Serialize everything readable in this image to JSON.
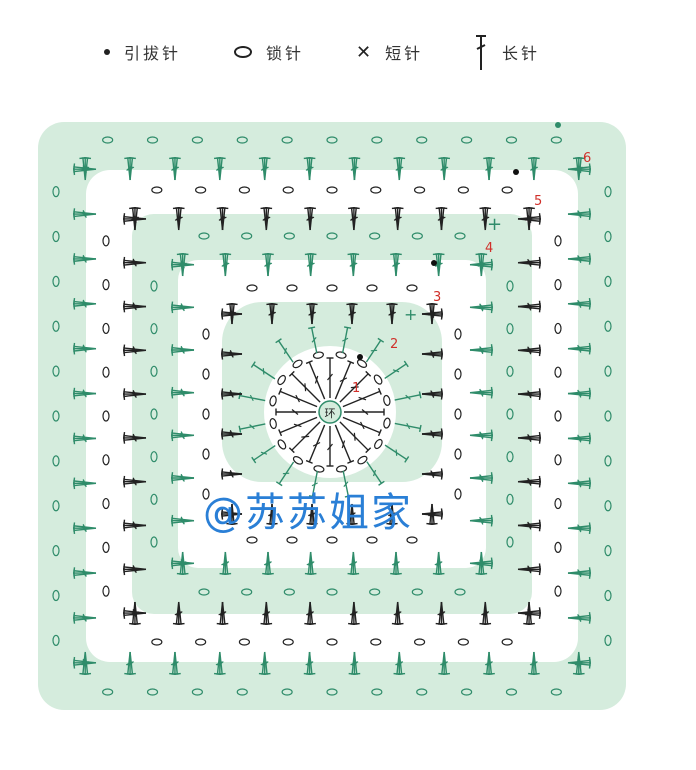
{
  "legend": {
    "slip_stitch": "引拔针",
    "chain_stitch": "锁针",
    "single_crochet": "短针",
    "double_crochet": "长针"
  },
  "rounds": [
    "1",
    "2",
    "3",
    "4",
    "5",
    "6"
  ],
  "center_label": "环",
  "watermark": "@苏苏姐家",
  "colors": {
    "green_fill": "#d5ecdd",
    "green_stitch": "#2f8c6a",
    "dark_stitch": "#222222",
    "round_number": "#d0302a",
    "watermark": "#2a7fd6"
  }
}
